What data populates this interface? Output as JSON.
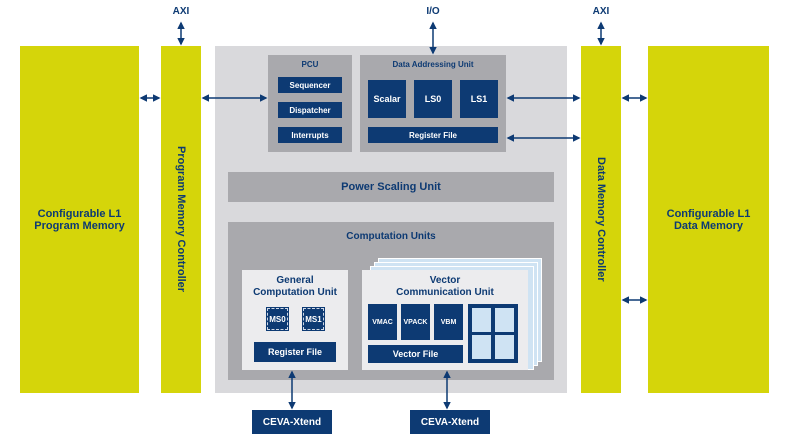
{
  "io": {
    "axi_left": "AXI",
    "io_top": "I/O",
    "axi_right": "AXI"
  },
  "blocks": {
    "l1_program": "Configurable L1\nProgram Memory",
    "program_controller": "Program Memory Controller",
    "data_controller": "Data Memory Controller",
    "l1_data": "Configurable L1\nData Memory"
  },
  "pcu": {
    "title": "PCU",
    "items": [
      "Sequencer",
      "Dispatcher",
      "Interrupts"
    ]
  },
  "dau": {
    "title": "Data Addressing Unit",
    "units": [
      "Scalar",
      "LS0",
      "LS1"
    ],
    "register_file": "Register File"
  },
  "power_scaling": "Power Scaling Unit",
  "computation": {
    "title": "Computation Units",
    "general": {
      "title": "General\nComputation Unit",
      "chips": [
        "MS0",
        "MS1"
      ],
      "register_file": "Register File"
    },
    "vector": {
      "title": "Vector\nCommunication Unit",
      "units": [
        "VMAC",
        "VPACK",
        "VBM"
      ],
      "vector_file": "Vector File"
    }
  },
  "xtend": [
    "CEVA-Xtend",
    "CEVA-Xtend"
  ],
  "colors": {
    "navy": "#0d3a73",
    "yellow": "#d5d50a",
    "gray": "#d9d9dc"
  }
}
